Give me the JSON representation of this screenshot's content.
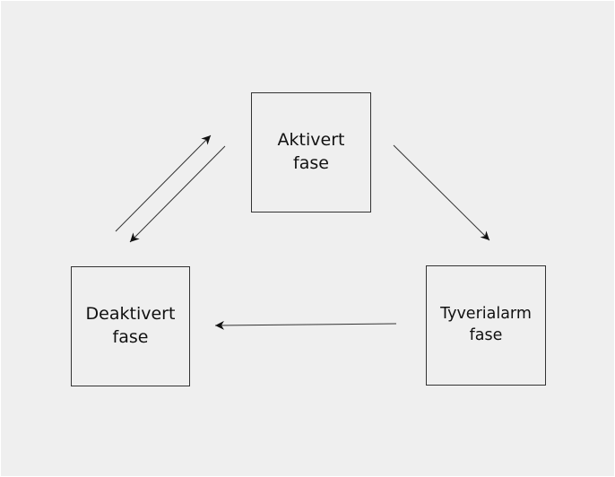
{
  "diagram": {
    "states": {
      "aktivert": {
        "line1": "Aktivert",
        "line2": "fase"
      },
      "deaktivert": {
        "line1": "Deaktivert",
        "line2": "fase"
      },
      "tyveri": {
        "line1": "Tyverialarm",
        "line2": "fase"
      }
    },
    "transitions": [
      {
        "from": "deaktivert",
        "to": "aktivert"
      },
      {
        "from": "aktivert",
        "to": "deaktivert"
      },
      {
        "from": "aktivert",
        "to": "tyveri"
      },
      {
        "from": "tyveri",
        "to": "deaktivert"
      }
    ],
    "colors": {
      "background": "#efefef",
      "stroke": "#333333",
      "text": "#111111"
    }
  }
}
